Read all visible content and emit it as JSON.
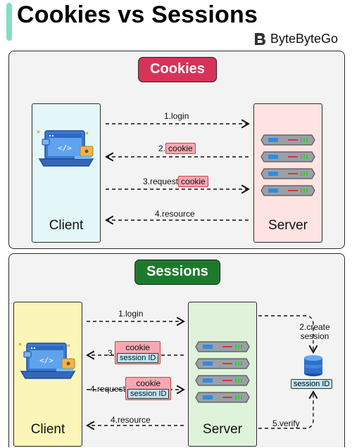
{
  "header": {
    "title": "Cookies vs Sessions",
    "brand": "ByteByteGo"
  },
  "cookies": {
    "section_title": "Cookies",
    "client_label": "Client",
    "server_label": "Server",
    "steps": {
      "s1": "1.login",
      "s2_num": "2.",
      "s2_tag": "cookie",
      "s3_text": "3.request",
      "s3_tag": "cookie",
      "s4": "4.resource"
    }
  },
  "sessions": {
    "section_title": "Sessions",
    "client_label": "Client",
    "server_label": "Server",
    "steps": {
      "s1": "1.login",
      "s2": "2.create session",
      "s3_num": "3.",
      "s3_tag_top": "cookie",
      "s3_tag_bottom": "session ID",
      "s4_text": "4.request",
      "s4_tag_top": "cookie",
      "s4_tag_bottom": "session ID",
      "s5": "5.verify",
      "s6": "4.resource"
    },
    "store_label": "session ID"
  },
  "colors": {
    "cookies_pill": "#d63358",
    "sessions_pill": "#1d7a2d",
    "client_cookies_bg": "#e4f7f8",
    "server_cookies_bg": "#fde3e1",
    "client_sessions_bg": "#fbf6b8",
    "server_sessions_bg": "#dff3db",
    "cookie_tag": "#f7a8b2",
    "session_tag": "#bde7f5",
    "accent": "#7fe0c2"
  },
  "icons": [
    "laptop-code-icon",
    "server-rack-icon",
    "database-icon",
    "bytebytego-logo-icon"
  ]
}
